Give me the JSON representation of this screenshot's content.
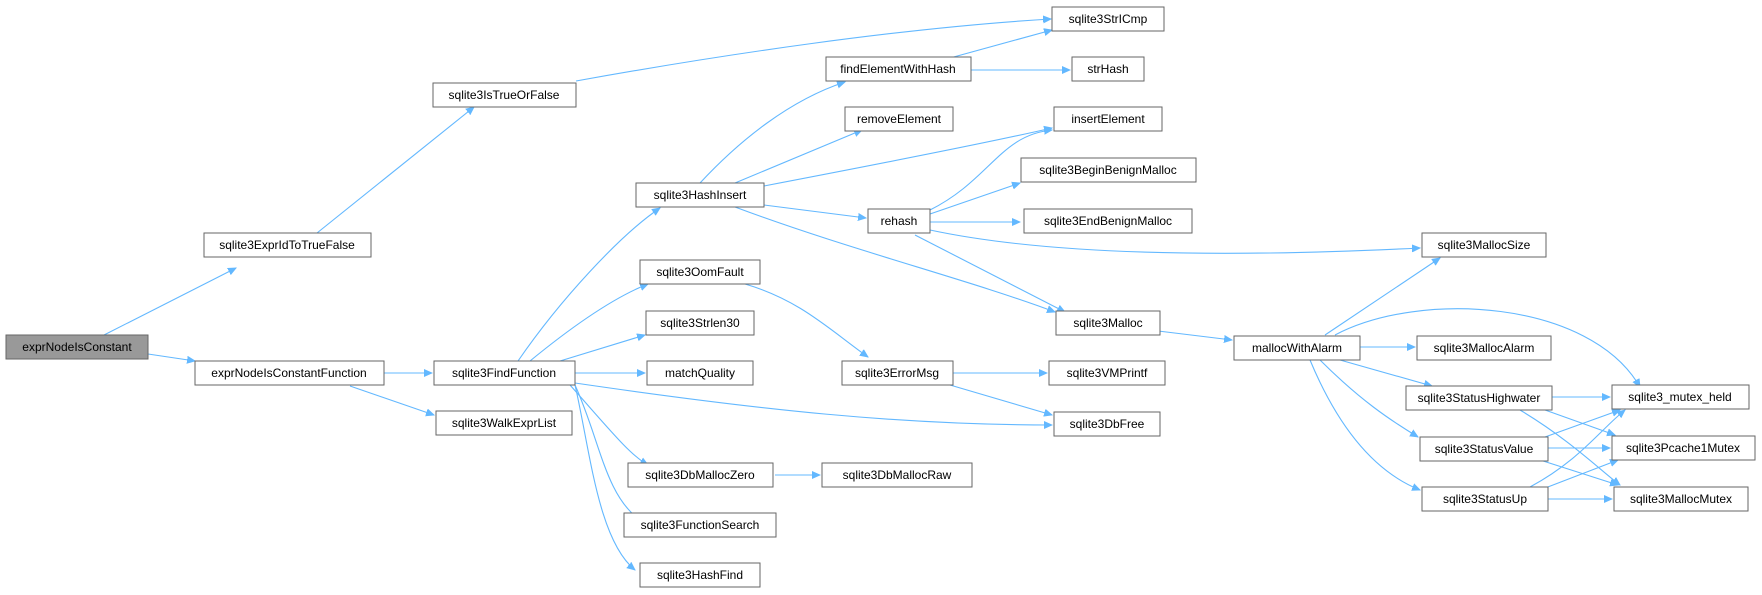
{
  "graph": {
    "root": "exprNodeIsConstant",
    "nodes": {
      "n_exprNodeIsConstant": "exprNodeIsConstant",
      "n_sqlite3ExprIdToTrueFalse": "sqlite3ExprIdToTrueFalse",
      "n_exprNodeIsConstantFunction": "exprNodeIsConstantFunction",
      "n_sqlite3IsTrueOrFalse": "sqlite3IsTrueOrFalse",
      "n_sqlite3StrICmp": "sqlite3StrICmp",
      "n_sqlite3FindFunction": "sqlite3FindFunction",
      "n_sqlite3WalkExprList": "sqlite3WalkExprList",
      "n_sqlite3HashInsert": "sqlite3HashInsert",
      "n_sqlite3OomFault": "sqlite3OomFault",
      "n_sqlite3Strlen30": "sqlite3Strlen30",
      "n_matchQuality": "matchQuality",
      "n_sqlite3DbMallocZero": "sqlite3DbMallocZero",
      "n_sqlite3FunctionSearch": "sqlite3FunctionSearch",
      "n_sqlite3HashFind": "sqlite3HashFind",
      "n_findElementWithHash": "findElementWithHash",
      "n_strHash": "strHash",
      "n_removeElement": "removeElement",
      "n_insertElement": "insertElement",
      "n_rehash": "rehash",
      "n_sqlite3BeginBenignMalloc": "sqlite3BeginBenignMalloc",
      "n_sqlite3EndBenignMalloc": "sqlite3EndBenignMalloc",
      "n_sqlite3MallocSize": "sqlite3MallocSize",
      "n_sqlite3Malloc": "sqlite3Malloc",
      "n_sqlite3ErrorMsg": "sqlite3ErrorMsg",
      "n_sqlite3VMPrintf": "sqlite3VMPrintf",
      "n_sqlite3DbFree": "sqlite3DbFree",
      "n_sqlite3DbMallocRaw": "sqlite3DbMallocRaw",
      "n_mallocWithAlarm": "mallocWithAlarm",
      "n_sqlite3MallocAlarm": "sqlite3MallocAlarm",
      "n_sqlite3StatusHighwater": "sqlite3StatusHighwater",
      "n_sqlite3StatusValue": "sqlite3StatusValue",
      "n_sqlite3StatusUp": "sqlite3StatusUp",
      "n_sqlite3_mutex_held": "sqlite3_mutex_held",
      "n_sqlite3Pcache1Mutex": "sqlite3Pcache1Mutex",
      "n_sqlite3MallocMutex": "sqlite3MallocMutex"
    },
    "colors": {
      "edge": "#63b8ff",
      "node_border": "#666666",
      "root_fill": "#999999",
      "node_fill": "#ffffff"
    }
  }
}
